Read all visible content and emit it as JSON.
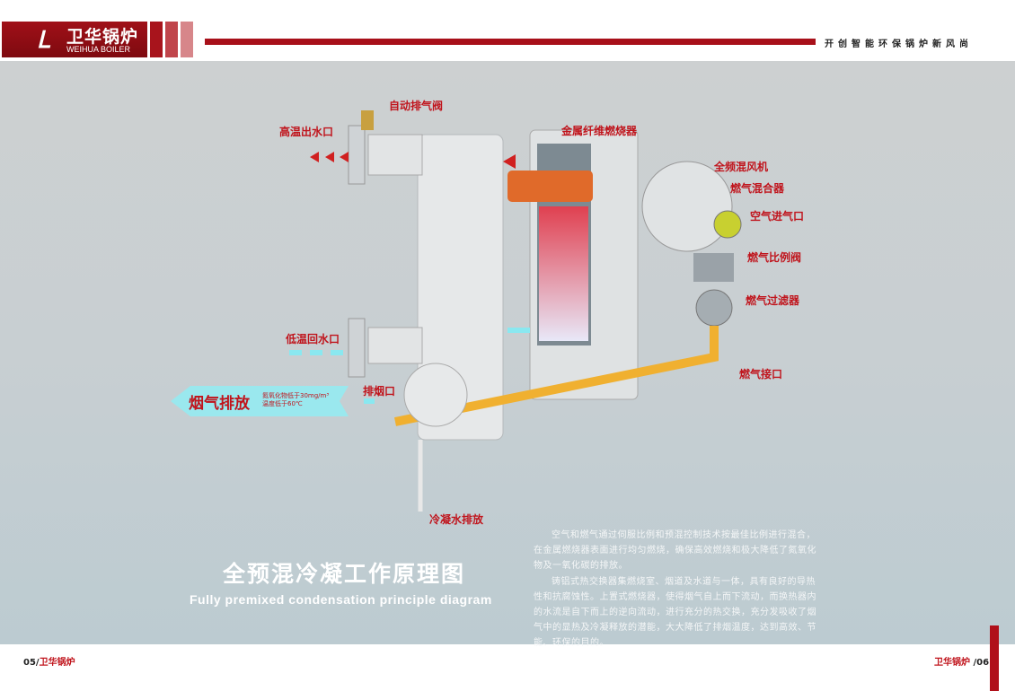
{
  "header": {
    "logo_cn": "卫华锅炉",
    "logo_en": "WEIHUA BOILER",
    "slogan": "开创智能环保锅炉新风尚"
  },
  "colors": {
    "brand_red": "#a8101a",
    "label_red": "#c0141c",
    "background": "#c8cfd2"
  },
  "diagram": {
    "labels": {
      "auto_vent": "自动排气阀",
      "hot_outlet": "高温出水口",
      "burner": "金属纤维燃烧器",
      "fan": "全频混风机",
      "mixer": "燃气混合器",
      "air_inlet": "空气进气口",
      "ratio_valve": "燃气比例阀",
      "gas_filter": "燃气过滤器",
      "return_inlet": "低温回水口",
      "gas_inlet": "燃气接口",
      "flue_port": "排烟口",
      "condensate": "冷凝水排放"
    },
    "flue": {
      "title": "烟气排放",
      "note1": "氮氧化物低于30mg/m³",
      "note2": "温度低于60℃"
    }
  },
  "main": {
    "title": "全预混冷凝工作原理图",
    "subtitle": "Fully premixed condensation principle diagram",
    "paragraphs": [
      "空气和燃气通过伺服比例和预混控制技术按最佳比例进行混合，在金属燃烧器表面进行均匀燃烧，确保高效燃烧和极大降低了氮氧化物及一氧化碳的排放。",
      "铸铝式热交换器集燃烧室、烟道及水道与一体，具有良好的导热性和抗腐蚀性。上置式燃烧器，使得烟气自上而下流动，而换热器内的水流是自下而上的逆向流动，进行充分的热交换，充分发吸收了烟气中的显热及冷凝释放的潜能，大大降低了排烟温度，达到高效、节能、环保的目的。"
    ]
  },
  "footer": {
    "left_num": "05/",
    "left_brand": "卫华锅炉",
    "right_brand": "卫华锅炉",
    "right_num": " /06"
  }
}
